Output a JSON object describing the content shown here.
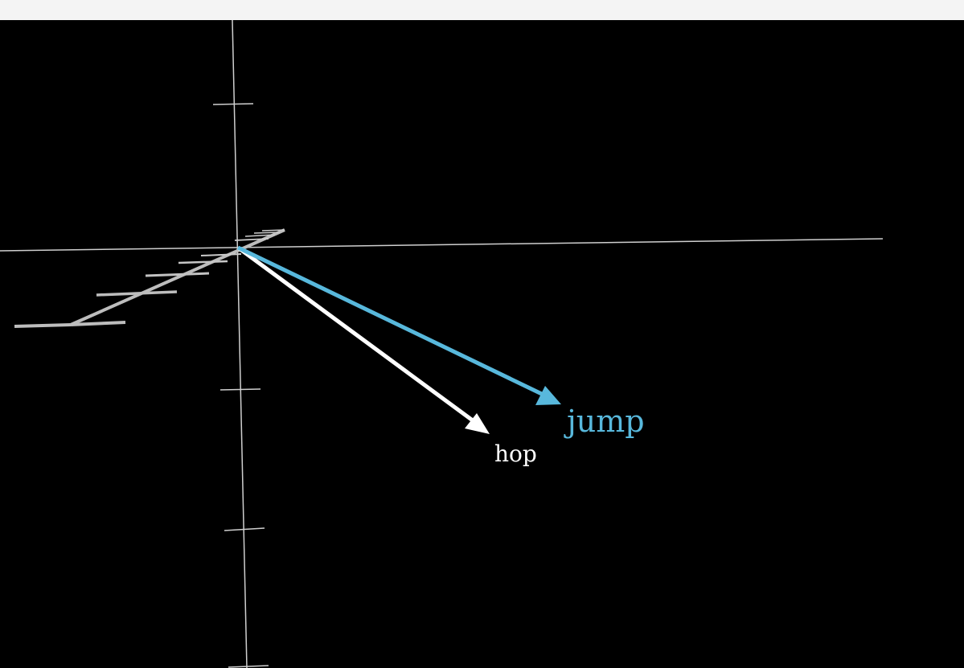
{
  "vectors": [
    {
      "id": "hop",
      "label": "hop",
      "color": "#ffffff"
    },
    {
      "id": "jump",
      "label": "jump",
      "color": "#58b8dc"
    }
  ],
  "colors": {
    "background": "#000000",
    "top_strip": "#f4f4f4",
    "axes": "#cfcfcf"
  }
}
